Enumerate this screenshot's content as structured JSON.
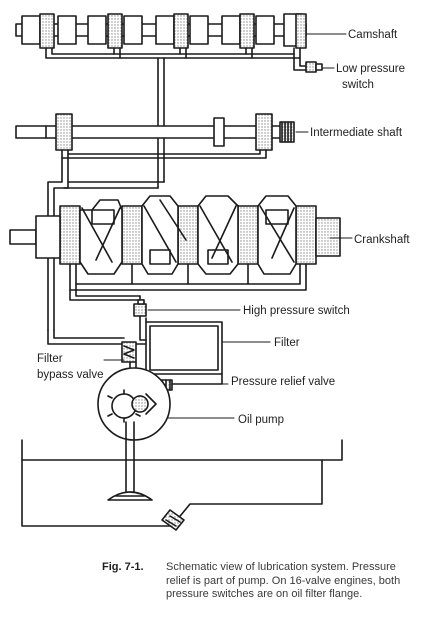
{
  "labels": {
    "camshaft": "Camshaft",
    "low_pressure_switch_line1": "Low pressure",
    "low_pressure_switch_line2": "switch",
    "intermediate_shaft": "Intermediate shaft",
    "crankshaft": "Crankshaft",
    "high_pressure_switch": "High pressure switch",
    "filter": "Filter",
    "filter_bypass_valve_line1": "Filter",
    "filter_bypass_valve_line2": "bypass valve",
    "pressure_relief_valve": "Pressure relief valve",
    "oil_pump": "Oil pump"
  },
  "caption": {
    "figure_number": "Fig. 7-1.",
    "text": "Schematic view of lubrication system. Pressure relief is part of pump. On 16-valve engines, both pressure switches are on oil filter flange."
  },
  "colors": {
    "line": "#1a1a1a",
    "text": "#1f1f1f",
    "shading": "#b8b8b8",
    "caption_text": "#3a3a3a"
  }
}
